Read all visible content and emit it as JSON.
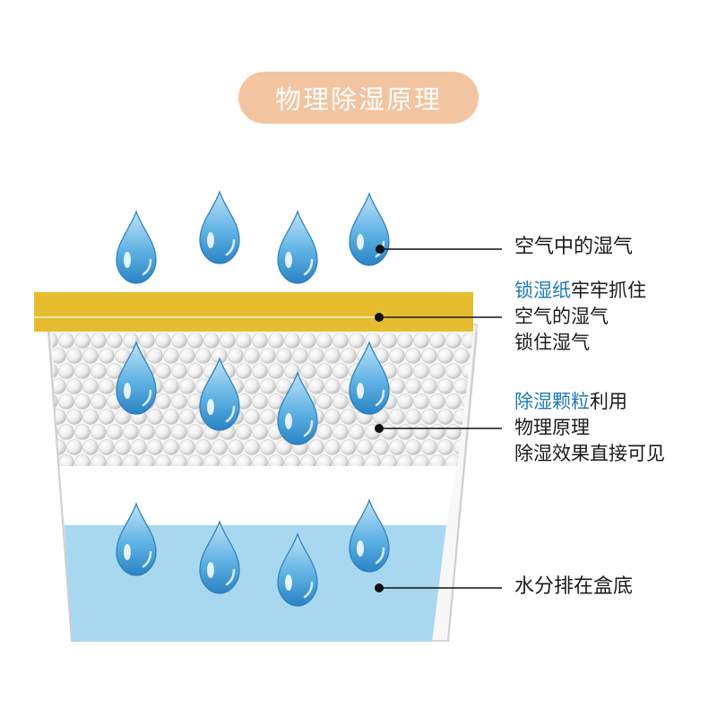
{
  "title": "物理除湿原理",
  "colors": {
    "title_bg": "#f3c4a0",
    "paper": "#e5bd2e",
    "water": "#a8d8ef",
    "highlight": "#1f7ab8",
    "drop": "#4fa6dd",
    "bead": "#d9d9d9"
  },
  "labels": {
    "air": "空气中的湿气",
    "paper_highlight": "锁湿纸",
    "paper_rest": "牢牢抓住",
    "paper_line2": "空气的湿气",
    "paper_line3": "锁住湿气",
    "beads_highlight": "除湿颗粒",
    "beads_rest": "利用",
    "beads_line2": "物理原理",
    "beads_line3": "除湿效果直接可见",
    "water": "水分排在盒底"
  },
  "icons": [
    "water-drop-icon"
  ]
}
